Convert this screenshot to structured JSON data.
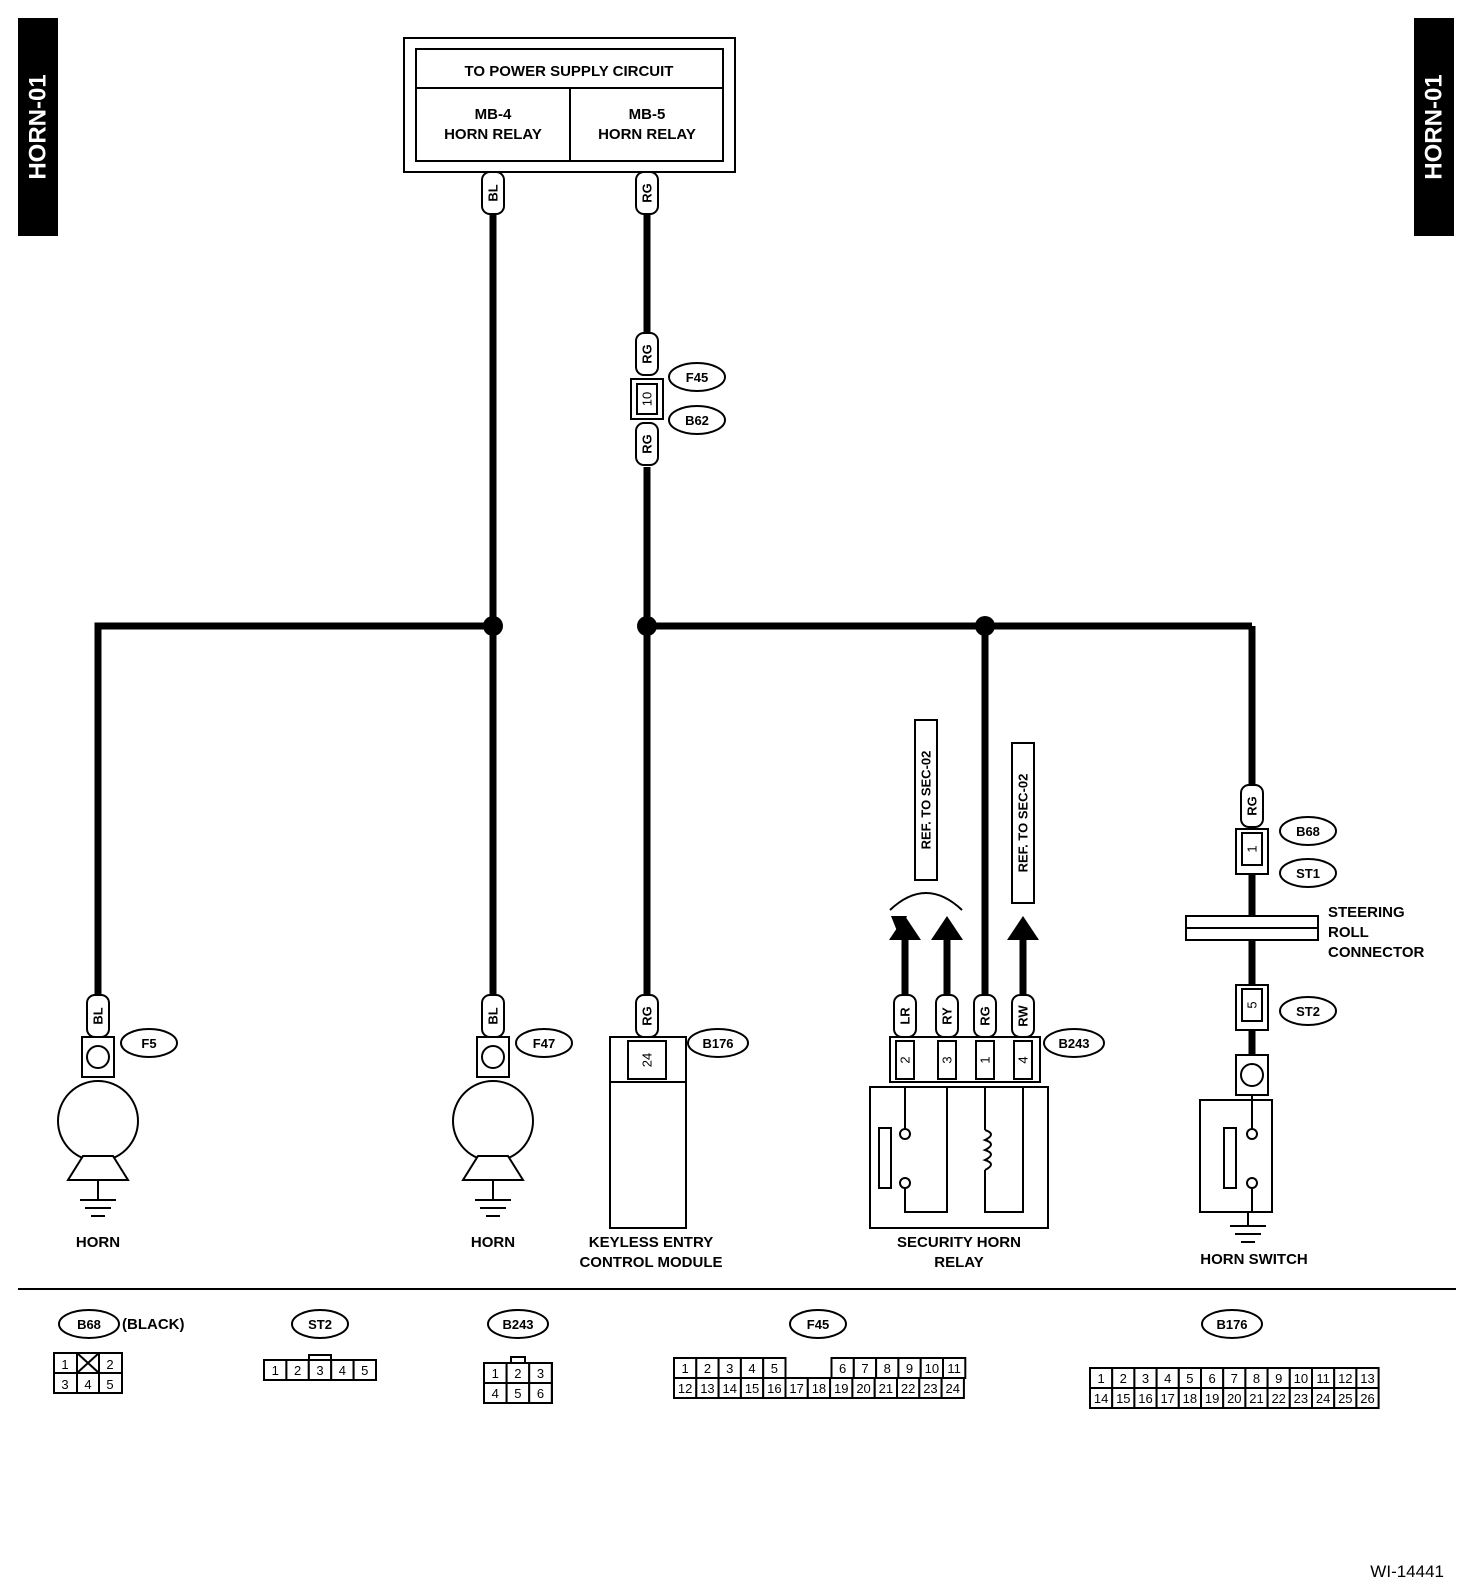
{
  "sheet_id": "HORN-01",
  "figure_code": "WI-14441",
  "power": {
    "title": "TO POWER SUPPLY CIRCUIT",
    "left": [
      "MB-4",
      "HORN RELAY"
    ],
    "right": [
      "MB-5",
      "HORN RELAY"
    ]
  },
  "wire_colors": {
    "bl": "BL",
    "rg": "RG",
    "lr": "LR",
    "ry": "RY",
    "rw": "RW"
  },
  "connectors": {
    "f45": "F45",
    "b62": "B62",
    "f5": "F5",
    "f47": "F47",
    "b176": "B176",
    "b243": "B243",
    "b68": "B68",
    "st1": "ST1",
    "st2": "ST2"
  },
  "pins": {
    "p10": "10",
    "p24": "24",
    "p2": "2",
    "p3": "3",
    "p1": "1",
    "p4": "4",
    "p5": "5"
  },
  "ref": "REF. TO SEC-02",
  "components": {
    "horn": "HORN",
    "keyless": [
      "KEYLESS ENTRY",
      "CONTROL MODULE"
    ],
    "security": [
      "SECURITY HORN",
      "RELAY"
    ],
    "horn_switch": "HORN SWITCH",
    "roll": [
      "STEERING",
      "ROLL",
      "CONNECTOR"
    ]
  },
  "legend": {
    "b68": {
      "name": "B68",
      "note": "(BLACK)",
      "row1": [
        "1",
        "",
        "2"
      ],
      "row2": [
        "3",
        "4",
        "5"
      ]
    },
    "st2": {
      "name": "ST2",
      "row1": [
        "1",
        "2",
        "3",
        "4",
        "5"
      ]
    },
    "b243": {
      "name": "B243",
      "row1": [
        "1",
        "2",
        "3"
      ],
      "row2": [
        "4",
        "5",
        "6"
      ]
    },
    "f45": {
      "name": "F45",
      "row1": [
        "1",
        "2",
        "3",
        "4",
        "5",
        "6",
        "7",
        "8",
        "9",
        "10",
        "11"
      ],
      "row2": [
        "12",
        "13",
        "14",
        "15",
        "16",
        "17",
        "18",
        "19",
        "20",
        "21",
        "22",
        "23",
        "24"
      ]
    },
    "b176": {
      "name": "B176",
      "row1": [
        "1",
        "2",
        "3",
        "4",
        "5",
        "6",
        "7",
        "8",
        "9",
        "10",
        "11",
        "12",
        "13"
      ],
      "row2": [
        "14",
        "15",
        "16",
        "17",
        "18",
        "19",
        "20",
        "21",
        "22",
        "23",
        "24",
        "25",
        "26"
      ]
    }
  }
}
